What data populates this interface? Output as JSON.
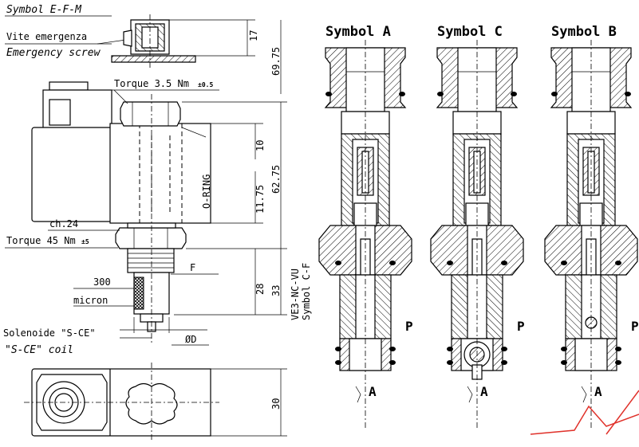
{
  "left_drawing": {
    "symbol_efm": "Symbol E-F-M",
    "vite_emergenza": "Vite emergenza",
    "emergency_screw": "Emergency screw",
    "torque_nut": "Torque 3.5 Nm",
    "torque_nut_tol": "±0.5",
    "o_ring": "O-RING",
    "hex_label": "ch.24",
    "torque_body": "Torque 45 Nm",
    "torque_body_tol": "±5",
    "filter_label": "F",
    "filter_size": "300",
    "filter_unit": "micron",
    "solenoid_it": "Solenoide \"S-CE\"",
    "solenoid_en": "\"S-CE\" coil",
    "diameter_label": "ØD",
    "vertical_code_1": "VE3-NC-VU",
    "vertical_code_2": "Symbol C-F"
  },
  "dimensions": {
    "d17": "17",
    "d69_75": "69.75",
    "d10": "10",
    "d62_75": "62.75",
    "d11_75": "11.75",
    "d28": "28",
    "d33": "33",
    "d30": "30"
  },
  "sections": [
    {
      "title": "Symbol A",
      "port_p": "P",
      "port_a": "A"
    },
    {
      "title": "Symbol C",
      "port_p": "P",
      "port_a": "A"
    },
    {
      "title": "Symbol B",
      "port_p": "P",
      "port_a": "A"
    }
  ],
  "colors": {
    "line": "#000000",
    "accent": "#e0312a",
    "background": "#ffffff"
  }
}
